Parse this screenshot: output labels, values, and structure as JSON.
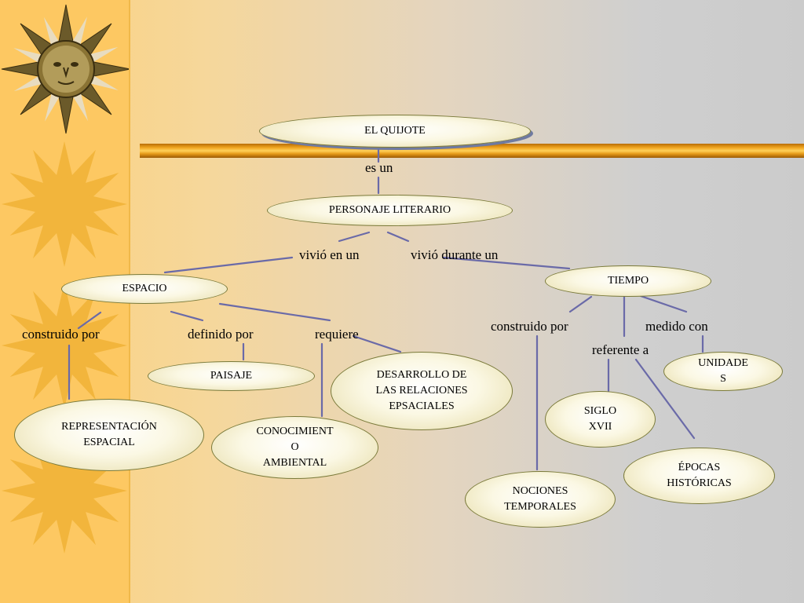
{
  "nodes": {
    "quijote": "EL QUIJOTE",
    "personaje": "PERSONAJE LITERARIO",
    "espacio": "ESPACIO",
    "tiempo": "TIEMPO",
    "paisaje": "PAISAJE",
    "representacion_1": "REPRESENTACIÓN",
    "representacion_2": "ESPACIAL",
    "conocimiento_1": "CONOCIMIENT",
    "conocimiento_2": "O",
    "conocimiento_3": "AMBIENTAL",
    "desarrollo_1": "DESARROLLO DE",
    "desarrollo_2": "LAS RELACIONES",
    "desarrollo_3": "EPSACIALES",
    "unidades_1": "UNIDADE",
    "unidades_2": "S",
    "siglo_1": "SIGLO",
    "siglo_2": "XVII",
    "epocas_1": "ÉPOCAS",
    "epocas_2": "HISTÓRICAS",
    "nociones_1": "NOCIONES",
    "nociones_2": "TEMPORALES"
  },
  "links": {
    "es_un": "es un",
    "vivio_en": "vivió en un",
    "vivio_durante": "vivió durante un",
    "construido_espacio": "construido por",
    "definido": "definido por",
    "requiere": "requiere",
    "construido_tiempo": "construido por",
    "medido": "medido con",
    "referente": "referente a"
  },
  "colors": {
    "connector": "#6a6aa8",
    "node_border": "#7a7a3a",
    "sun": "#f5b43a",
    "bar": "#f0a520"
  }
}
